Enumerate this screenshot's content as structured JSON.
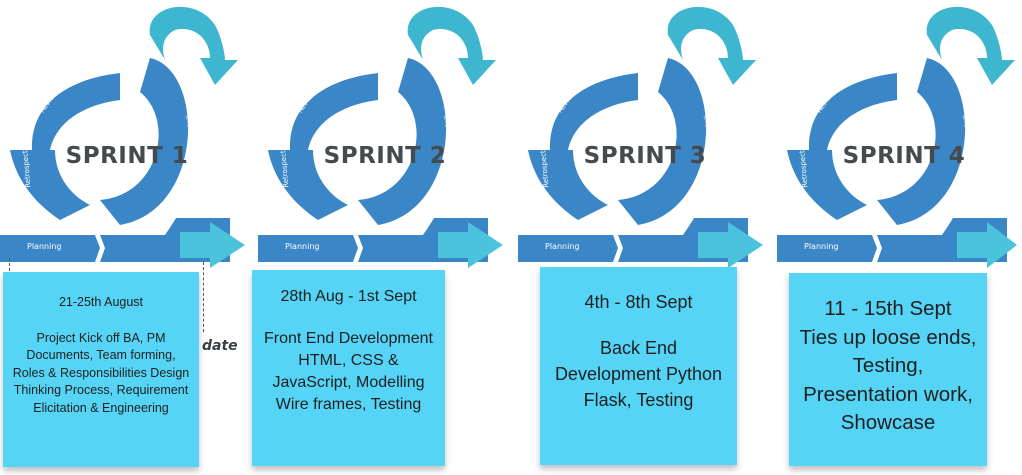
{
  "colors": {
    "cycle_blue": "#3b86c6",
    "loop_teal": "#3fb6cf",
    "arrow_teal": "#4cc3dc",
    "note_blue": "#56d4f5",
    "title_gray": "#454a4f"
  },
  "phases": {
    "planning": "Planning",
    "review": "Review",
    "retrospect": "Retrospect",
    "implementation": "Implementation"
  },
  "sprints": [
    {
      "title": "SPRINT 1",
      "date": "21-25th August",
      "body": "Project Kick off BA, PM Documents, Team forming, Roles & Responsibilities Design Thinking Process, Requirement Elicitation & Engineering"
    },
    {
      "title": "SPRINT 2",
      "date": "28th Aug - 1st Sept",
      "body": "Front End Development HTML, CSS & JavaScript, Modelling Wire frames, Testing"
    },
    {
      "title": "SPRINT 3",
      "date": "4th - 8th Sept",
      "body": "Back End Development Python Flask, Testing"
    },
    {
      "title": "SPRINT 4",
      "date": "11 - 15th Sept",
      "body": "Ties up loose ends, Testing, Presentation work, Showcase"
    }
  ],
  "partial_text": "date"
}
